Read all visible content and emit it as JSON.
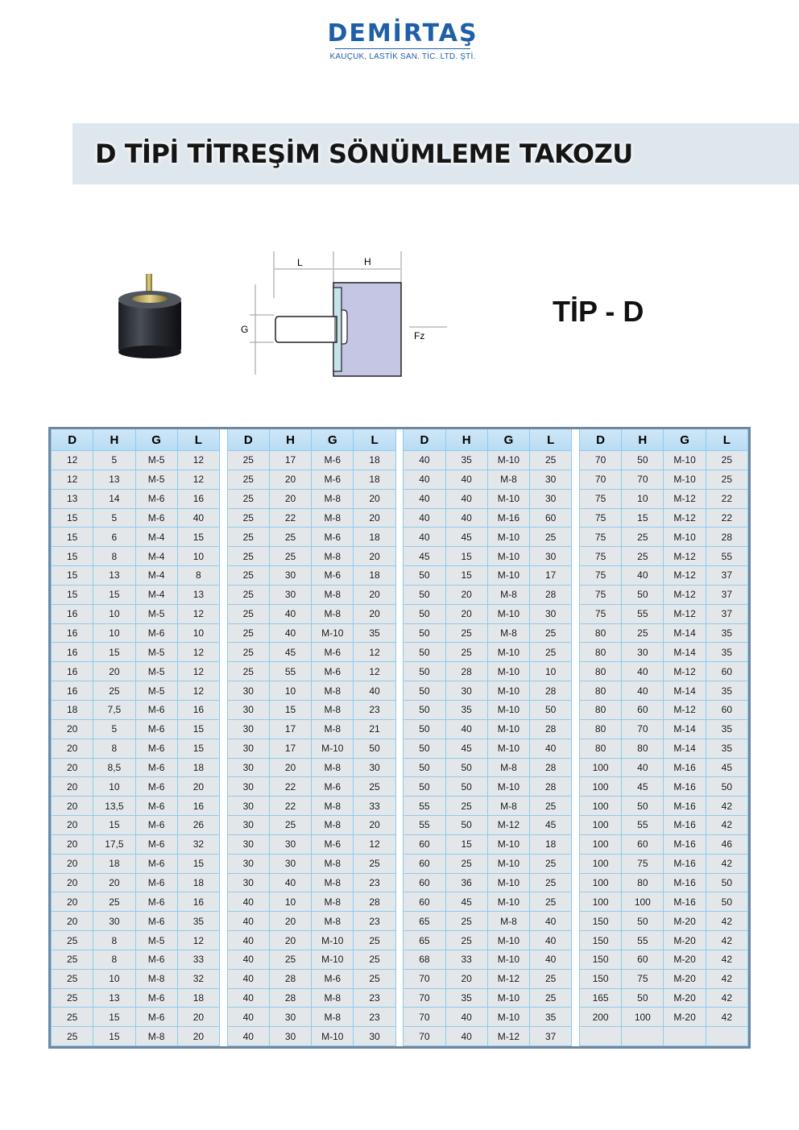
{
  "logo": {
    "name": "DEMİRTAŞ",
    "subtitle": "KAUÇUK, LASTİK SAN. TİC. LTD. ŞTİ."
  },
  "page_title": "D TİPİ TİTREŞİM SÖNÜMLEME TAKOZU",
  "diagram": {
    "label_l": "L",
    "label_h": "H",
    "label_g": "G",
    "label_fz": "Fz"
  },
  "type_label": "TİP - D",
  "table": {
    "columns": [
      "D",
      "H",
      "G",
      "L"
    ],
    "blocks": [
      [
        [
          "12",
          "5",
          "M-5",
          "12"
        ],
        [
          "12",
          "13",
          "M-5",
          "12"
        ],
        [
          "13",
          "14",
          "M-6",
          "16"
        ],
        [
          "15",
          "5",
          "M-6",
          "40"
        ],
        [
          "15",
          "6",
          "M-4",
          "15"
        ],
        [
          "15",
          "8",
          "M-4",
          "10"
        ],
        [
          "15",
          "13",
          "M-4",
          "8"
        ],
        [
          "15",
          "15",
          "M-4",
          "13"
        ],
        [
          "16",
          "10",
          "M-5",
          "12"
        ],
        [
          "16",
          "10",
          "M-6",
          "10"
        ],
        [
          "16",
          "15",
          "M-5",
          "12"
        ],
        [
          "16",
          "20",
          "M-5",
          "12"
        ],
        [
          "16",
          "25",
          "M-5",
          "12"
        ],
        [
          "18",
          "7,5",
          "M-6",
          "16"
        ],
        [
          "20",
          "5",
          "M-6",
          "15"
        ],
        [
          "20",
          "8",
          "M-6",
          "15"
        ],
        [
          "20",
          "8,5",
          "M-6",
          "18"
        ],
        [
          "20",
          "10",
          "M-6",
          "20"
        ],
        [
          "20",
          "13,5",
          "M-6",
          "16"
        ],
        [
          "20",
          "15",
          "M-6",
          "26"
        ],
        [
          "20",
          "17,5",
          "M-6",
          "32"
        ],
        [
          "20",
          "18",
          "M-6",
          "15"
        ],
        [
          "20",
          "20",
          "M-6",
          "18"
        ],
        [
          "20",
          "25",
          "M-6",
          "16"
        ],
        [
          "20",
          "30",
          "M-6",
          "35"
        ],
        [
          "25",
          "8",
          "M-5",
          "12"
        ],
        [
          "25",
          "8",
          "M-6",
          "33"
        ],
        [
          "25",
          "10",
          "M-8",
          "32"
        ],
        [
          "25",
          "13",
          "M-6",
          "18"
        ],
        [
          "25",
          "15",
          "M-6",
          "20"
        ],
        [
          "25",
          "15",
          "M-8",
          "20"
        ]
      ],
      [
        [
          "25",
          "17",
          "M-6",
          "18"
        ],
        [
          "25",
          "20",
          "M-6",
          "18"
        ],
        [
          "25",
          "20",
          "M-8",
          "20"
        ],
        [
          "25",
          "22",
          "M-8",
          "20"
        ],
        [
          "25",
          "25",
          "M-6",
          "18"
        ],
        [
          "25",
          "25",
          "M-8",
          "20"
        ],
        [
          "25",
          "30",
          "M-6",
          "18"
        ],
        [
          "25",
          "30",
          "M-8",
          "20"
        ],
        [
          "25",
          "40",
          "M-8",
          "20"
        ],
        [
          "25",
          "40",
          "M-10",
          "35"
        ],
        [
          "25",
          "45",
          "M-6",
          "12"
        ],
        [
          "25",
          "55",
          "M-6",
          "12"
        ],
        [
          "30",
          "10",
          "M-8",
          "40"
        ],
        [
          "30",
          "15",
          "M-8",
          "23"
        ],
        [
          "30",
          "17",
          "M-8",
          "21"
        ],
        [
          "30",
          "17",
          "M-10",
          "50"
        ],
        [
          "30",
          "20",
          "M-8",
          "30"
        ],
        [
          "30",
          "22",
          "M-6",
          "25"
        ],
        [
          "30",
          "22",
          "M-8",
          "33"
        ],
        [
          "30",
          "25",
          "M-8",
          "20"
        ],
        [
          "30",
          "30",
          "M-6",
          "12"
        ],
        [
          "30",
          "30",
          "M-8",
          "25"
        ],
        [
          "30",
          "40",
          "M-8",
          "23"
        ],
        [
          "40",
          "10",
          "M-8",
          "28"
        ],
        [
          "40",
          "20",
          "M-8",
          "23"
        ],
        [
          "40",
          "20",
          "M-10",
          "25"
        ],
        [
          "40",
          "25",
          "M-10",
          "25"
        ],
        [
          "40",
          "28",
          "M-6",
          "25"
        ],
        [
          "40",
          "28",
          "M-8",
          "23"
        ],
        [
          "40",
          "30",
          "M-8",
          "23"
        ],
        [
          "40",
          "30",
          "M-10",
          "30"
        ]
      ],
      [
        [
          "40",
          "35",
          "M-10",
          "25"
        ],
        [
          "40",
          "40",
          "M-8",
          "30"
        ],
        [
          "40",
          "40",
          "M-10",
          "30"
        ],
        [
          "40",
          "40",
          "M-16",
          "60"
        ],
        [
          "40",
          "45",
          "M-10",
          "25"
        ],
        [
          "45",
          "15",
          "M-10",
          "30"
        ],
        [
          "50",
          "15",
          "M-10",
          "17"
        ],
        [
          "50",
          "20",
          "M-8",
          "28"
        ],
        [
          "50",
          "20",
          "M-10",
          "30"
        ],
        [
          "50",
          "25",
          "M-8",
          "25"
        ],
        [
          "50",
          "25",
          "M-10",
          "25"
        ],
        [
          "50",
          "28",
          "M-10",
          "10"
        ],
        [
          "50",
          "30",
          "M-10",
          "28"
        ],
        [
          "50",
          "35",
          "M-10",
          "50"
        ],
        [
          "50",
          "40",
          "M-10",
          "28"
        ],
        [
          "50",
          "45",
          "M-10",
          "40"
        ],
        [
          "50",
          "50",
          "M-8",
          "28"
        ],
        [
          "50",
          "50",
          "M-10",
          "28"
        ],
        [
          "55",
          "25",
          "M-8",
          "25"
        ],
        [
          "55",
          "50",
          "M-12",
          "45"
        ],
        [
          "60",
          "15",
          "M-10",
          "18"
        ],
        [
          "60",
          "25",
          "M-10",
          "25"
        ],
        [
          "60",
          "36",
          "M-10",
          "25"
        ],
        [
          "60",
          "45",
          "M-10",
          "25"
        ],
        [
          "65",
          "25",
          "M-8",
          "40"
        ],
        [
          "65",
          "25",
          "M-10",
          "40"
        ],
        [
          "68",
          "33",
          "M-10",
          "40"
        ],
        [
          "70",
          "20",
          "M-12",
          "25"
        ],
        [
          "70",
          "35",
          "M-10",
          "25"
        ],
        [
          "70",
          "40",
          "M-10",
          "35"
        ],
        [
          "70",
          "40",
          "M-12",
          "37"
        ]
      ],
      [
        [
          "70",
          "50",
          "M-10",
          "25"
        ],
        [
          "70",
          "70",
          "M-10",
          "25"
        ],
        [
          "75",
          "10",
          "M-12",
          "22"
        ],
        [
          "75",
          "15",
          "M-12",
          "22"
        ],
        [
          "75",
          "25",
          "M-10",
          "28"
        ],
        [
          "75",
          "25",
          "M-12",
          "55"
        ],
        [
          "75",
          "40",
          "M-12",
          "37"
        ],
        [
          "75",
          "50",
          "M-12",
          "37"
        ],
        [
          "75",
          "55",
          "M-12",
          "37"
        ],
        [
          "80",
          "25",
          "M-14",
          "35"
        ],
        [
          "80",
          "30",
          "M-14",
          "35"
        ],
        [
          "80",
          "40",
          "M-12",
          "60"
        ],
        [
          "80",
          "40",
          "M-14",
          "35"
        ],
        [
          "80",
          "60",
          "M-12",
          "60"
        ],
        [
          "80",
          "70",
          "M-14",
          "35"
        ],
        [
          "80",
          "80",
          "M-14",
          "35"
        ],
        [
          "100",
          "40",
          "M-16",
          "45"
        ],
        [
          "100",
          "45",
          "M-16",
          "50"
        ],
        [
          "100",
          "50",
          "M-16",
          "42"
        ],
        [
          "100",
          "55",
          "M-16",
          "42"
        ],
        [
          "100",
          "60",
          "M-16",
          "46"
        ],
        [
          "100",
          "75",
          "M-16",
          "42"
        ],
        [
          "100",
          "80",
          "M-16",
          "50"
        ],
        [
          "100",
          "100",
          "M-16",
          "50"
        ],
        [
          "150",
          "50",
          "M-20",
          "42"
        ],
        [
          "150",
          "55",
          "M-20",
          "42"
        ],
        [
          "150",
          "60",
          "M-20",
          "42"
        ],
        [
          "150",
          "75",
          "M-20",
          "42"
        ],
        [
          "165",
          "50",
          "M-20",
          "42"
        ],
        [
          "200",
          "100",
          "M-20",
          "42"
        ],
        [
          "",
          "",
          "",
          ""
        ]
      ]
    ]
  }
}
